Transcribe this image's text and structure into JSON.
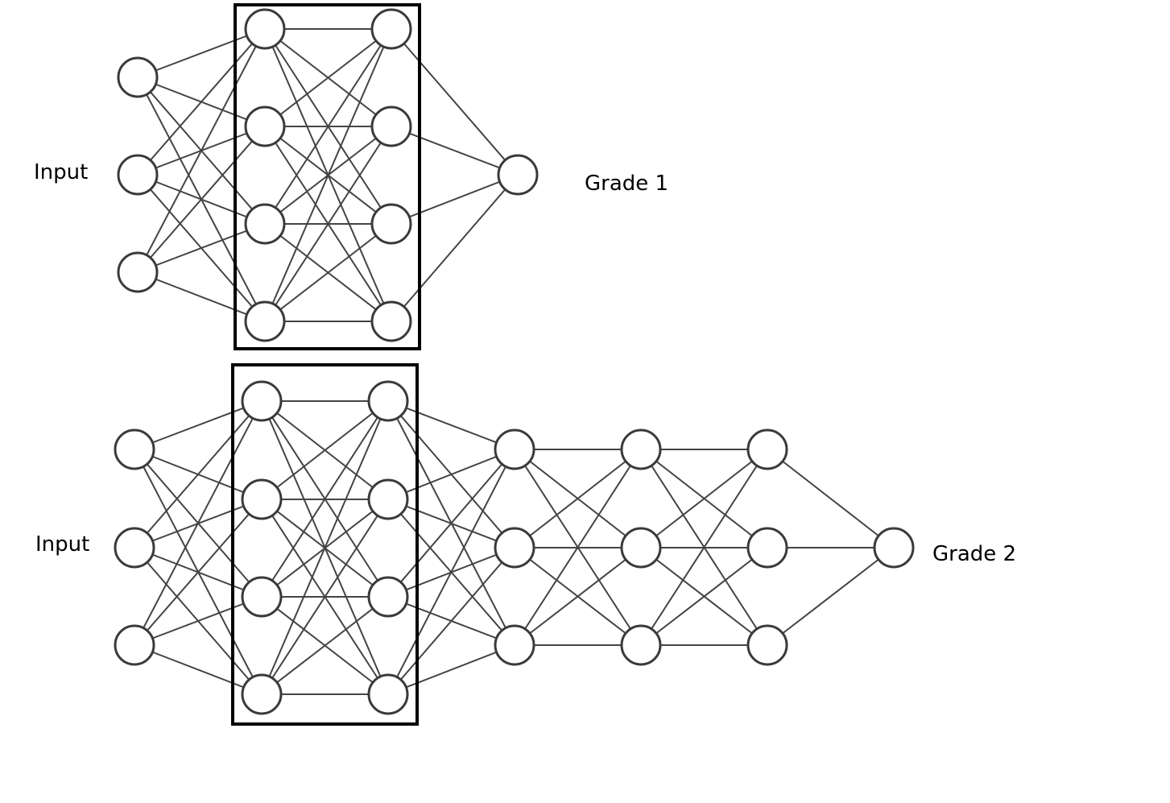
{
  "networks": [
    {
      "input_label": "Input",
      "output_label": "Grade 1",
      "layer_sizes": [
        3,
        4,
        4,
        1
      ],
      "framed_layers": [
        1,
        2
      ]
    },
    {
      "input_label": "Input",
      "output_label": "Grade 2",
      "layer_sizes": [
        3,
        4,
        4,
        3,
        3,
        3,
        1
      ],
      "framed_layers": [
        1,
        2
      ]
    }
  ],
  "colors": {
    "edge": "#444444",
    "node_stroke": "#3a3a3a",
    "frame": "#000000"
  }
}
